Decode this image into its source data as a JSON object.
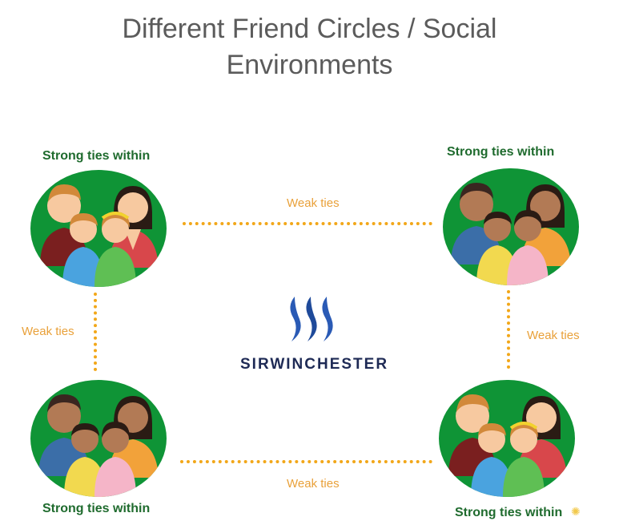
{
  "title": {
    "line1": "Different Friend Circles / Social",
    "line2": "Environments"
  },
  "labels": {
    "strong_tl": "Strong ties within",
    "strong_tr": "Strong ties within",
    "strong_bl": "Strong ties within",
    "strong_br": "Strong ties within",
    "weak_top": "Weak ties",
    "weak_left": "Weak ties",
    "weak_right": "Weak ties",
    "weak_bottom": "Weak ties"
  },
  "brand": {
    "name": "SIRWINCHESTER"
  },
  "colors": {
    "circle": "#0f9436",
    "dashes": "#f2a719",
    "strong_text": "#1f6b2e",
    "weak_text": "#e9a13a",
    "brand_text": "#1e2a55",
    "logo": "#2a5ab5"
  },
  "icons": [
    "family-group-icon",
    "steem-logo-icon",
    "sparkle-icon"
  ]
}
